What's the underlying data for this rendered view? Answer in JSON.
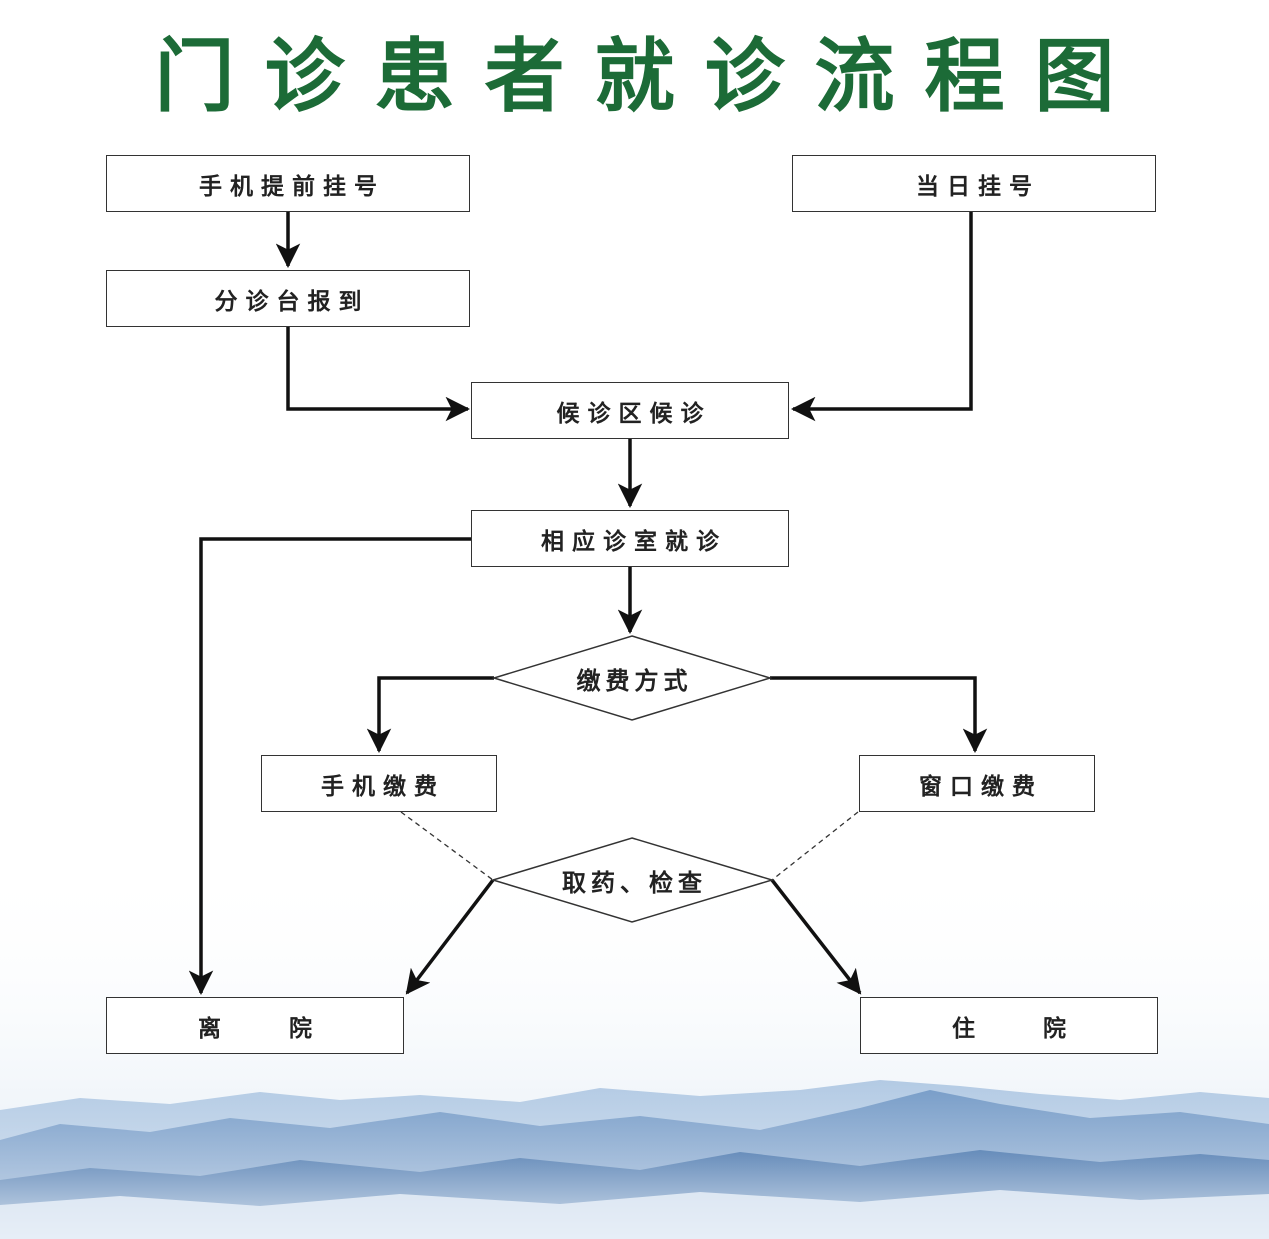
{
  "title": "门诊患者就诊流程图",
  "nodes": {
    "advance_registration": "手机提前挂号",
    "same_day_registration": "当日挂号",
    "triage_checkin": "分诊台报到",
    "waiting_area": "候诊区候诊",
    "consultation_room": "相应诊室就诊",
    "payment_method": "缴费方式",
    "mobile_payment": "手机缴费",
    "window_payment": "窗口缴费",
    "medicine_exam": "取药、检查",
    "discharge": "离 院",
    "hospitalization": "住 院"
  },
  "colors": {
    "title": "#1c6b37",
    "line": "#111111",
    "mountain": "#7fa6cf"
  }
}
